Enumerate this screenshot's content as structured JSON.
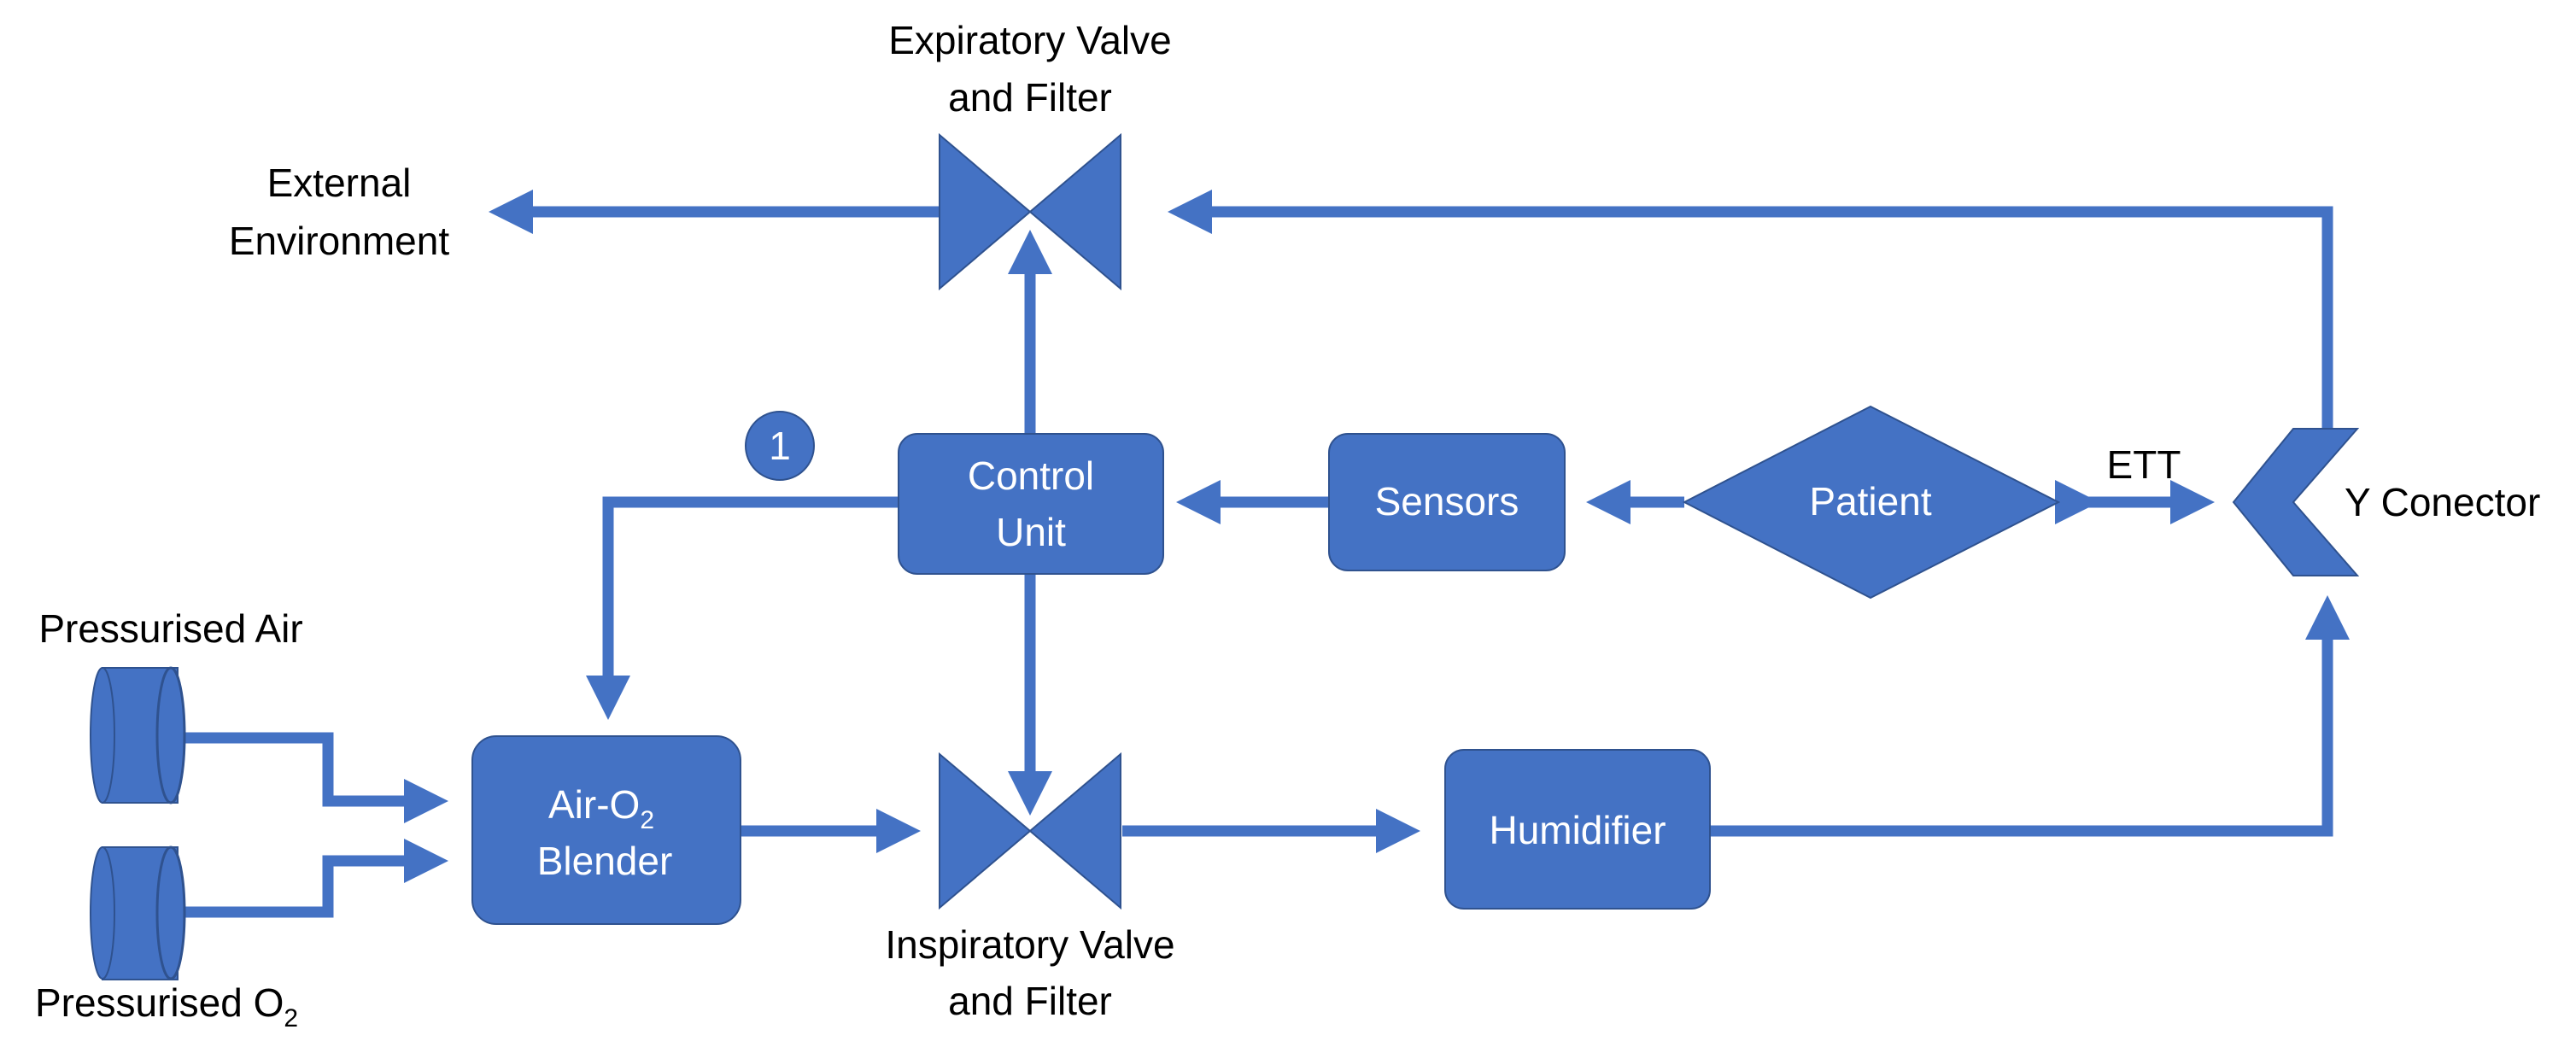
{
  "colors": {
    "shape": "#4472C4",
    "border": "#2F528F",
    "text_on_shape": "#FFFFFF",
    "text": "#000000"
  },
  "labels": {
    "expiratory_line1": "Expiratory Valve",
    "expiratory_line2": "and Filter",
    "inspiratory_line1": "Inspiratory Valve",
    "inspiratory_line2": "and Filter",
    "external_line1": "External",
    "external_line2": "Environment",
    "pressurised_air": "Pressurised Air",
    "pressurised_o2_main": "Pressurised O",
    "pressurised_o2_sub": "2",
    "ett": "ETT",
    "y_connector": "Y Conector"
  },
  "nodes": {
    "control_line1": "Control",
    "control_line2": "Unit",
    "sensors": "Sensors",
    "patient": "Patient",
    "blender_main": "Air-O",
    "blender_sub": "2",
    "blender_line2": "Blender",
    "humidifier": "Humidifier",
    "badge": "1"
  }
}
